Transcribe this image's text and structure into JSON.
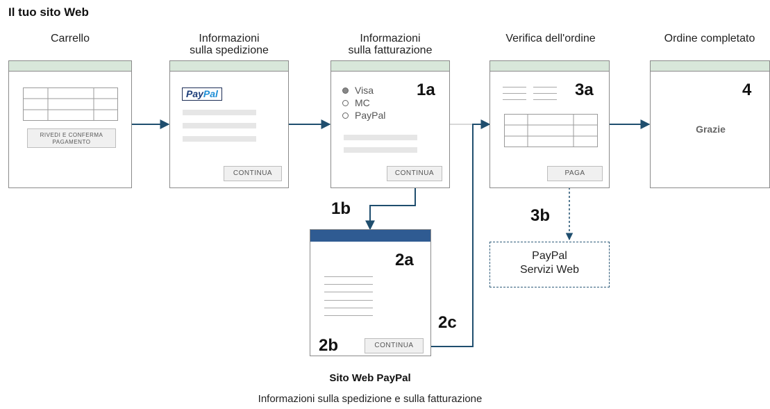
{
  "header": {
    "title": "Il tuo sito Web"
  },
  "steps": [
    {
      "label_line1": "Carrello",
      "label_line2": ""
    },
    {
      "label_line1": "Informazioni",
      "label_line2": "sulla spedizione"
    },
    {
      "label_line1": "Informazioni",
      "label_line2": "sulla fatturazione"
    },
    {
      "label_line1": "Verifica dell'ordine",
      "label_line2": ""
    },
    {
      "label_line1": "Ordine completato",
      "label_line2": ""
    }
  ],
  "cart": {
    "button_line1": "RIVEDI E CONFERMA",
    "button_line2": "PAGAMENTO"
  },
  "shipping": {
    "logo_pay": "Pay",
    "logo_pal": "Pal",
    "button": "CONTINUA"
  },
  "billing": {
    "step_number": "1a",
    "options": [
      "Visa",
      "MC",
      "PayPal"
    ],
    "button": "CONTINUA"
  },
  "review": {
    "step_number": "3a",
    "button": "PAGA"
  },
  "complete": {
    "step_number": "4",
    "message": "Grazie"
  },
  "paypal_site": {
    "step_top": "2a",
    "step_bottom": "2b",
    "button": "CONTINUA",
    "title": "Sito Web PayPal",
    "subtitle": "Informazioni sulla spedizione e sulla fatturazione"
  },
  "flow_labels": {
    "b1": "1b",
    "c2": "2c",
    "b3": "3b"
  },
  "paypal_services": {
    "line1": "PayPal",
    "line2": "Servizi Web"
  },
  "colors": {
    "arrow": "#1f4e6e",
    "panel_header": "#d8e7da",
    "paypal_header": "#2f5b92"
  }
}
